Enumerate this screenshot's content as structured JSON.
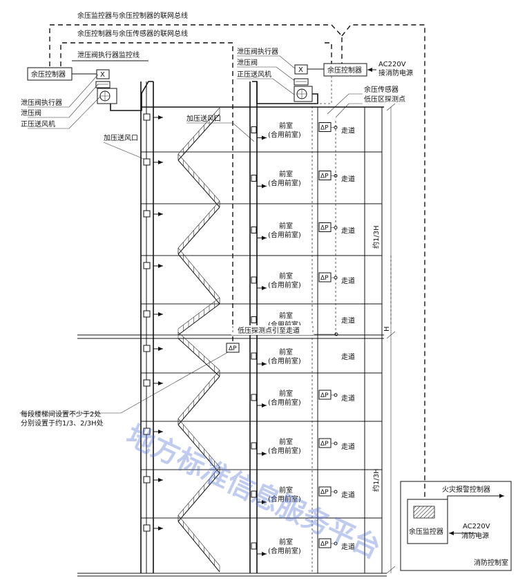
{
  "top_buses": {
    "monitor_controller_bus": "余压监控器与余压控制器的联网总线",
    "controller_sensor_bus": "余压控制器与余压传感器的联网总线"
  },
  "left_group": {
    "controller": "余压控制器",
    "relief_actuator_line": "泄压阀执行器监控线",
    "actuator": "泄压阀执行器",
    "relief_valve": "泄压阀",
    "fan": "正压送风机",
    "supply_outlet": "加压送风口",
    "x_mark": "X"
  },
  "right_group": {
    "actuator": "泄压阀执行器",
    "relief_valve": "泄压阀",
    "fan": "正压送风机",
    "controller": "余压控制器",
    "power_line1": "AC220V",
    "power_line2": "接消防电源",
    "sensor": "余压传感器",
    "probe_point": "低压区探测点",
    "supply_outlet": "加压送风口",
    "x_mark": "X"
  },
  "rooms": {
    "anteroom": "前室",
    "anteroom_sub": "(合用前室)",
    "corridor": "走道"
  },
  "sensor_symbol": "ΔP",
  "probe_note": "低压探测点引至走道",
  "stair_note_line1": "每段楼梯间设置不少于2处",
  "stair_note_line2": "分别设置于约1/3、2/3H处",
  "dimensions": {
    "upper": "约1/3H",
    "lower": "约1/3H",
    "total": "H"
  },
  "control_room": {
    "fire_alarm": "火灾报警控制器",
    "monitor": "余压监控器",
    "power_line1": "AC220V",
    "power_line2": "消防电源",
    "room_name": "消防控制室"
  },
  "watermark": "地方标准信息服务平台",
  "colors": {
    "ink": "#111111",
    "watermark": "#4a6cd4"
  }
}
